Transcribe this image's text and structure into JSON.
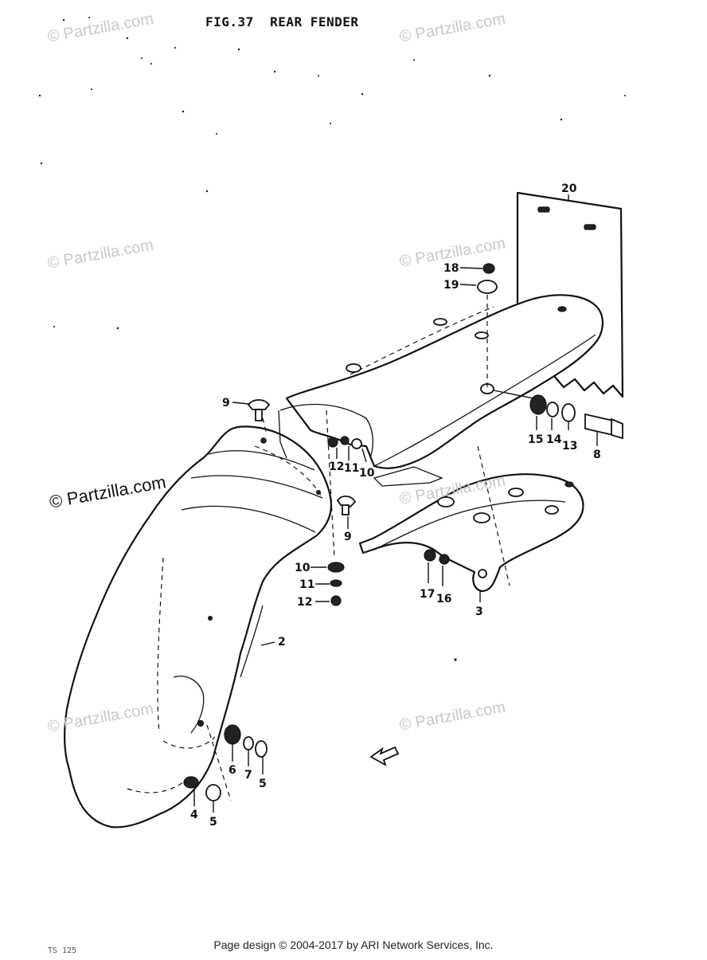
{
  "title": "FIG.37  REAR FENDER",
  "footer": "Page design © 2004-2017 by ARI Network Services, Inc.",
  "corner_code": "TS 125",
  "watermark": "© Partzilla.com",
  "callouts": [
    "20",
    "18",
    "19",
    "9",
    "12",
    "11",
    "10",
    "15",
    "14",
    "13",
    "8",
    "9",
    "10",
    "11",
    "12",
    "2",
    "17",
    "16",
    "3",
    "6",
    "7",
    "5",
    "4",
    "5"
  ]
}
